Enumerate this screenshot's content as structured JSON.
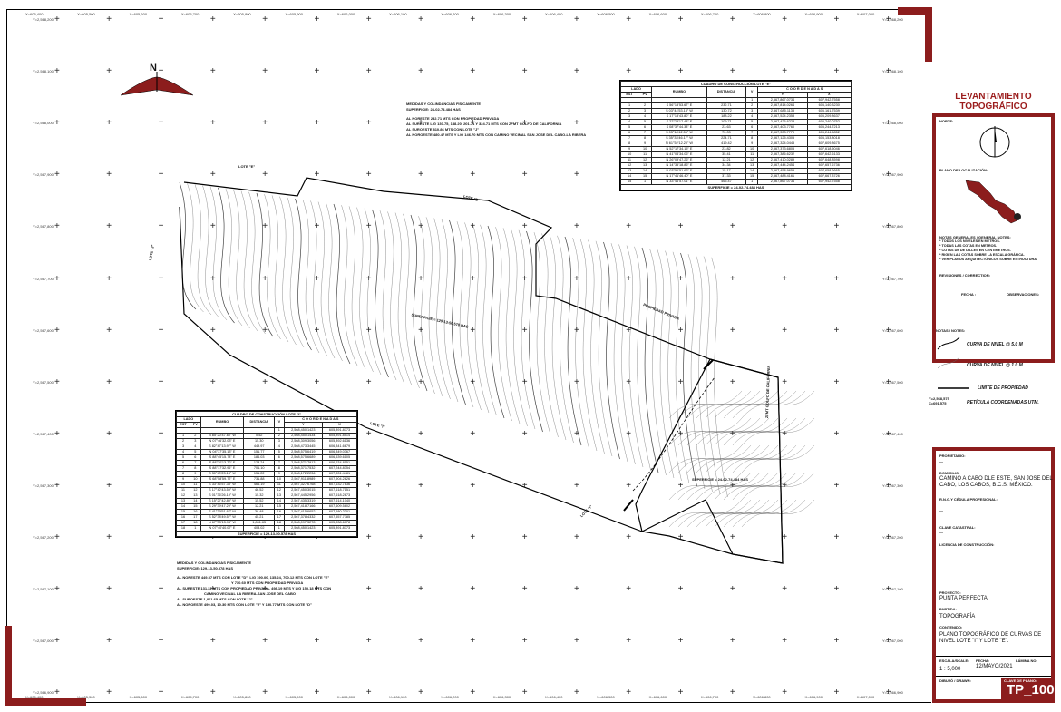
{
  "frame": {
    "accent": "#8c1d1d"
  },
  "grid": {
    "top_labels": [
      "X=605,400",
      "X=605,500",
      "X=605,600",
      "X=605,700",
      "X=605,800",
      "X=605,900",
      "X=606,000",
      "X=606,100",
      "X=606,200",
      "X=606,300",
      "X=606,400",
      "X=606,500",
      "X=606,600",
      "X=606,700",
      "X=606,800",
      "X=606,900",
      "X=607,000"
    ],
    "left_labels": [
      "Y=2,568,200",
      "Y=2,568,100",
      "Y=2,568,000",
      "Y=2,567,900",
      "Y=2,567,800",
      "Y=2,567,700",
      "Y=2,567,600",
      "Y=2,567,500",
      "Y=2,567,400",
      "Y=2,567,300",
      "Y=2,567,200",
      "Y=2,567,100",
      "Y=2,567,000",
      "Y=2,566,900"
    ],
    "right_labels": [
      "Y=2,568,200",
      "Y=2,568,100",
      "Y=2,568,000",
      "Y=2,567,900",
      "Y=2,567,800",
      "Y=2,567,700",
      "Y=2,567,600",
      "Y=2,567,500",
      "Y=2,567,400",
      "Y=2,567,300",
      "Y=2,567,200",
      "Y=2,567,100",
      "Y=2,567,000",
      "Y=2,566,900"
    ]
  },
  "north_arrow": {
    "letter": "N"
  },
  "lot_labels": {
    "lote_e": "LOTE \"E\"",
    "lote_d": "LOTE \"D\"",
    "lote_j": "LOTE \"J\"",
    "lote_i": "LOTE \"I\"",
    "lote_i2": "LOTE \"I\"",
    "propiedad_privada": "PROPIEDAD PRIVADA",
    "zfmt": "ZFMT GOLFO DE CALIFORNIA",
    "sup_i": "SUPERFICIE = 129-13-50.578 HAS",
    "sup_e": "SUPERFICIE = 24-02-74.484 HAS"
  },
  "medidas_e": {
    "title": "MEDIDAS Y COLINDANCIAS FISICAMENTE",
    "surface": "SUPERFICIE: 24-02-74.484 HAS",
    "lines": [
      "AL NORESTE 232.71 MTS CON PROPIEDAD PRIVADA",
      "AL SURESTE L/G 130.75, 188.20, 201.71 Y 324.71 MTS CON ZFMT GOLFO DE CALIFORNIA",
      "AL SUROESTE 810.86 MTS CON LOTE \"J\"",
      "AL NOROESTE 480.47 MTS Y L/G 146.70 MTS CON CAMINO VECINAL SAN JOSE DEL CABO-LA RIBERA"
    ]
  },
  "medidas_i": {
    "title": "MEDIDAS Y COLINDANCIAS FISICAMENTE",
    "surface": "SUPERFICIE: 129-13-50.578 HAS",
    "lines": [
      "AL NORESTE 449.57 MTS CON LOTE \"D\", L/G 190.00, 135.24, 700.12 MTS CON LOTE \"E\"",
      "Y 730.60 MTS CON PROPIEDAD PRIVADA",
      "AL SURESTE 131.32 MTS CON PROPIEDAD PRIVADA, 498.19 MTS Y L/G 150.18 MTS CON",
      "CAMINO VECINAL LA RIBERA-SAN JOSE DEL CABO",
      "AL SUROESTE 1,861.65 MTS CON LOTE \"J\"",
      "AL NOROESTE 499.03, 10.30 MTS CON LOTE \"J\" Y 150.77 MTS CON LOTE \"D\""
    ]
  },
  "table_e": {
    "caption": "CUADRO DE CONSTRUCCIÓN LOTE \"E\"",
    "headers": {
      "lado": "LADO",
      "est": "EST",
      "pv": "PV",
      "rumbo": "RUMBO",
      "distancia": "DISTANCIA",
      "v": "V",
      "coordenadas": "C O O R D E N A D A S",
      "y": "Y",
      "x": "X"
    },
    "first_row": [
      "",
      "",
      "",
      "",
      "1",
      "2,567,867.0734",
      "607,942.7558"
    ],
    "rows": [
      [
        "1",
        "2",
        "S 56°13'53.67\" E",
        "232.71",
        "2",
        "2,567,814.0264",
        "606,140.3230"
      ],
      [
        "2",
        "3",
        "S 03°44'53.13\" W",
        "130.72",
        "3",
        "2,567,685.1133",
        "606,161.7539"
      ],
      [
        "3",
        "4",
        "S 17°13'43.80\" E",
        "188.22",
        "4",
        "2,567,524.2358",
        "606,209.8637"
      ],
      [
        "4",
        "5",
        "S 22°23'17.43\" E",
        "109.71",
        "5",
        "2,567,426.6228",
        "606,240.0752"
      ],
      [
        "5",
        "6",
        "S 08°37'44.33\" E",
        "23.63",
        "6",
        "2,567,403.7760",
        "606,244.7213"
      ],
      [
        "6",
        "7",
        "S 03°18'42.56\" W",
        "70.03",
        "7",
        "2,567,333.7779",
        "606,244.5852"
      ],
      [
        "7",
        "8",
        "S 35°33'46.17\" W",
        "224.71",
        "8",
        "2,567,125.4305",
        "606,153.8018"
      ],
      [
        "8",
        "9",
        "N 61°52'12.20\" W",
        "419.42",
        "9",
        "2,567,324.0445",
        "607,609.8675"
      ],
      [
        "9",
        "10",
        "N 52°17'34.15\" E",
        "23.82",
        "10",
        "2,567,373.6805",
        "607,618.5046"
      ],
      [
        "10",
        "11",
        "N 41°04'34.06\" E",
        "35.41",
        "11",
        "2,567,386.6232",
        "607,642.6133"
      ],
      [
        "11",
        "12",
        "N 26°09'47.26\" E",
        "12.21",
        "12",
        "2,567,410.0289",
        "607,648.8598"
      ],
      [
        "12",
        "13",
        "N 14°35'18.86\" E",
        "34.34",
        "13",
        "2,567,444.2454",
        "607,657.6736"
      ],
      [
        "13",
        "14",
        "N 03°51'51.66\" E",
        "15.17",
        "14",
        "2,567,458.9659",
        "607,658.6665"
      ],
      [
        "14",
        "15",
        "N 17°41'46.40\" E",
        "37.33",
        "15",
        "2,567,488.4161",
        "607,667.3726"
      ],
      [
        "15",
        "1",
        "N 33°46'57.01\" E",
        "465.47",
        "1",
        "2,567,867.0734",
        "607,942.7558"
      ]
    ],
    "surface": "SUPERFICIE = 24-02-74.484 HAS"
  },
  "table_i": {
    "caption": "CUADRO DE CONSTRUCCIÓN LOTE \"I\"",
    "headers": {
      "lado": "LADO",
      "est": "EST",
      "pv": "PV",
      "rumbo": "RUMBO",
      "distancia": "DISTANCIA",
      "v": "V",
      "coordenadas": "C O O R D E N A D A S",
      "y": "Y",
      "x": "X"
    },
    "first_row": [
      "",
      "",
      "",
      "",
      "1",
      "2,568,450.1423",
      "605,891.8773"
    ],
    "rows": [
      [
        "1",
        "2",
        "N 85°20'47.60\" W",
        "0.52",
        "2",
        "2,568,450.1434",
        "605,891.8514"
      ],
      [
        "2",
        "3",
        "N 07°46'32.03\" E",
        "15.30",
        "3",
        "2,568,309.3056",
        "605,892.6136"
      ],
      [
        "3",
        "4",
        "S 82°47'13.97\" W",
        "449.97",
        "4",
        "2,568,473.3445",
        "606,341.6679"
      ],
      [
        "4",
        "5",
        "N 04°37'35.13\" E",
        "151.77",
        "5",
        "2,568,575.6419",
        "606,349.0367"
      ],
      [
        "5",
        "6",
        "S 88°45'15.78\" E",
        "186.03",
        "6",
        "2,568,575.6689",
        "606,539.6105"
      ],
      [
        "6",
        "7",
        "S 88°30'13.70\" E",
        "123.24",
        "7",
        "2,568,571.7913",
        "606,634.8151"
      ],
      [
        "7",
        "8",
        "S 88°17'32.96\" E",
        "701.10",
        "8",
        "2,568,371.7532",
        "607,244.8354"
      ],
      [
        "8",
        "9",
        "S 30°40'23.13\" W",
        "151.22",
        "9",
        "2,568,172.2236",
        "607,331.4481"
      ],
      [
        "9",
        "10",
        "S 68°58'59.72\" E",
        "731.88",
        "10",
        "2,567,911.8989",
        "607,904.2826"
      ],
      [
        "10",
        "11",
        "S 33°46'57.38\" W",
        "466.19",
        "11",
        "2,567,327.6768",
        "607,632.7836"
      ],
      [
        "11",
        "12",
        "S 17°42'43.59\" W",
        "46.52",
        "12",
        "2,567,450.3015",
        "607,618.7151"
      ],
      [
        "12",
        "13",
        "S 01°36'26.19\" W",
        "15.32",
        "13",
        "2,567,445.2956",
        "607,618.2873"
      ],
      [
        "13",
        "14",
        "S 15°27'42.80\" W",
        "15.52",
        "14",
        "2,567,435.3319",
        "607,614.1040"
      ],
      [
        "14",
        "15",
        "S 29°39'47.29\" W",
        "12.21",
        "15",
        "2,567,418.7166",
        "607,609.5802"
      ],
      [
        "15",
        "16",
        "S 41°39'51.67\" W",
        "38.48",
        "16",
        "2,567,415.6652",
        "607,580.2301"
      ],
      [
        "16",
        "17",
        "S 52°38'49.57\" W",
        "45.21",
        "17",
        "2,567,378.4332",
        "607,557.7785"
      ],
      [
        "17",
        "18",
        "N 67°33'13.93\" W",
        "1,861.65",
        "18",
        "2,568,097.3278",
        "605,838.6078"
      ],
      [
        "18",
        "1",
        "N 07°40'40.07\" E",
        "403.02",
        "1",
        "2,568,450.1423",
        "605,891.8773"
      ]
    ],
    "surface": "SUPERFICIE = 129-13-50.578 HAS"
  },
  "title_block": {
    "title_line1": "LEVANTAMIENTO",
    "title_line2": "TOPOGRÁFICO",
    "norte_label": "NORTE:",
    "plano_loc_label": "PLANO DE LOCALIZACIÓN:",
    "notes_head": "NOTAS GENERALES / GENERAL NOTES:",
    "notes": [
      "* TODOS LOS NIVELES EN METROS.",
      "* TODAS LAS COTAS EN METROS.",
      "* COTAS DE DETALLES EN CENTIMETROS.",
      "* RIGEN LAS COTAS SOBRE LA ESCALA GRÁFICA.",
      "* VER PLANOS ARQUITECTÓNICOS SOBRE ESTRUCTURA."
    ],
    "revisiones": "REVISIONES / CORRECTION:",
    "fecha": "FECHA :",
    "observaciones": "OBSERVACIONES:",
    "notas_head": "NOTAS / NOTES:",
    "legend": [
      "CURVA DE NIVEL @ 5.0 M",
      "CURVA DE NIVEL @ 1.0 M",
      "LÍMITE DE PROPIEDAD"
    ],
    "reticula_coord": "Y=2,568,575\nX=691,575",
    "reticula_label": "RETÍCULA COORDENADAS UTM.",
    "propietario_label": "PROPIETARIO:",
    "propietario_value": "--",
    "domicilio_label": "DOMICILIO:",
    "domicilio_value": "CAMINO A CABO DLE ESTE, SAN JOSE DEL CABO, LOS CABOS, B.C.S. MÉXICO.",
    "rfc_label": "R.N.G.Y CÉDULA PROFESIONAL:",
    "rfc_value": "--",
    "clave_label": "CLAVE CATASTRAL:",
    "clave_value": "--",
    "licencia_label": "LICENCIA DE CONSTRUCCIÓN:",
    "proyecto_label": "PROYECTO:",
    "proyecto_value": "PUNTA PERFECTA",
    "partida_label": "PARTIDA:",
    "partida_value": "TOPOGRAFÍA",
    "contenido_label": "CONTENIDO:",
    "contenido_value": "PLANO TOPOGRÁFICO DE CURVAS DE NIVEL LOTE \"I\" Y LOTE \"E\".",
    "escala_label": "ESCALA/SCALE:",
    "escala_value": "1 : 5,000",
    "fecha_label": "FECHA:",
    "fecha_value": "12/MAYO/2021",
    "lamina_label": "LÁMINA NO:",
    "dibujo_label": "DIBUJÓ / DRAWN:",
    "clave_plano_label": "CLAVE DE PLANO:",
    "clave_plano_value": "TP_100"
  }
}
